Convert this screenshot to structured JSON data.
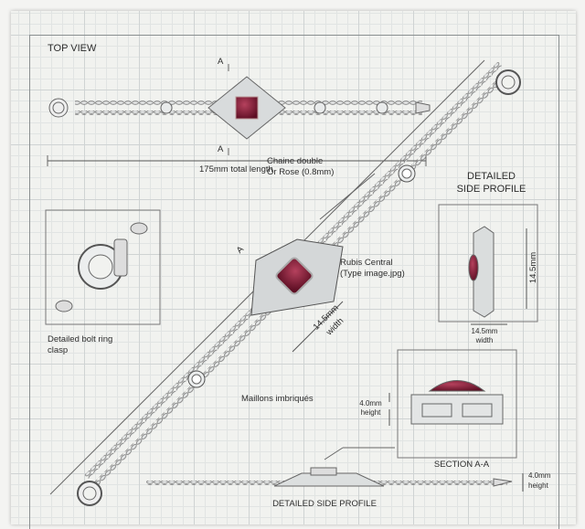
{
  "labels": {
    "top_view": "TOP VIEW",
    "section_marker_top": "A",
    "section_marker_bottom": "A",
    "section_marker_main": "A",
    "total_length": "175mm total length",
    "chain_line1": "Chaine double",
    "chain_line2": "Or Rose (0.8mm)",
    "side_profile_title_line1": "DETAILED",
    "side_profile_title_line2": "SIDE PROFILE",
    "side_profile_height": "14.5mm",
    "side_profile_width_line1": "14.5mm",
    "side_profile_width_line2": "width",
    "ruby_line1": "Rubis Central",
    "ruby_line2": "(Type image.jpg)",
    "center_width_line1": "14.5mm",
    "center_width_line2": "width",
    "clasp_line1": "Detailed bolt ring",
    "clasp_line2": "clasp",
    "links": "Maillons imbriqués",
    "section_height_line1": "4.0mm",
    "section_height_line2": "height",
    "section_title": "SECTION A-A",
    "bottom_profile_title": "DETAILED SIDE PROFILE",
    "bottom_height_line1": "4.0mm",
    "bottom_height_line2": "height"
  },
  "colors": {
    "ruby": "#7e1c35",
    "metal": "#c9cccd",
    "line": "#555555"
  }
}
